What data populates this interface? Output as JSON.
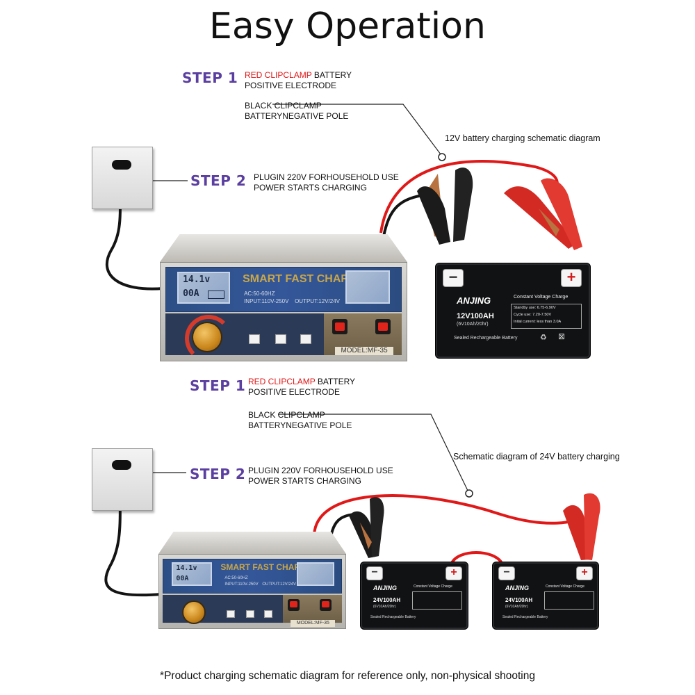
{
  "title": "Easy Operation",
  "top_diagram": {
    "step1_label": "STEP 1",
    "step1_red": "RED CLIPCLAMP",
    "step1_rest": " BATTERY",
    "step1_line2": "POSITIVE ELECTRODE",
    "black_line1": "BLACK CLIPCLAMP",
    "black_line2": "BATTERYNEGATIVE POLE",
    "step2_label": "STEP 2",
    "step2_line1": "PLUGIN 220V FORHOUSEHOLD USE",
    "step2_line2": "POWER STARTS CHARGING",
    "caption": "12V battery charging schematic diagram"
  },
  "bottom_diagram": {
    "step1_label": "STEP 1",
    "step1_red": "RED CLIPCLAMP",
    "step1_rest": " BATTERY",
    "step1_line2": "POSITIVE ELECTRODE",
    "black_line1": "BLACK CLIPCLAMP",
    "black_line2": "BATTERYNEGATIVE POLE",
    "step2_label": "STEP 2",
    "step2_line1": "PLUGIN 220V FORHOUSEHOLD USE",
    "step2_line2": "POWER STARTS CHARGING",
    "caption": "Schematic diagram of 24V battery charging"
  },
  "charger": {
    "brand": "SMART FAST CHARGER",
    "ac": "AC:50-60HZ",
    "input": "INPUT:110V-250V",
    "output": "OUTPUT:12V/24V",
    "model": "MODEL:MF-35",
    "lcd_voltage": "14.1v",
    "lcd_current": "00A"
  },
  "battery_12v": {
    "brand": "ANJING",
    "model": "12V100AH",
    "sub": "(6V10Ah/20hr)",
    "spec_title": "Constant Voltage Charge",
    "standby": "Standby use:   6.75-6.90V",
    "cycle": "Cycle   use:   7.20-7.50V",
    "initial": "Inital current:  less than 3.0A",
    "footer": "Sealed Rechargeable Battery",
    "neg": "−",
    "pos": "+"
  },
  "battery_24v": {
    "brand": "ANJING",
    "model": "24V100AH",
    "sub": "(6V10Ah/20hr)",
    "spec_title": "Constant Voltage Charge",
    "footer": "Sealed Rechargeable Battery",
    "neg": "−",
    "pos": "+"
  },
  "footer": "*Product charging schematic diagram for reference only, non-physical shooting",
  "colors": {
    "step": "#5b3fa0",
    "red_wire": "#e01818",
    "black_wire": "#111111",
    "battery": "#111214",
    "charger_blue": "#34579a"
  }
}
